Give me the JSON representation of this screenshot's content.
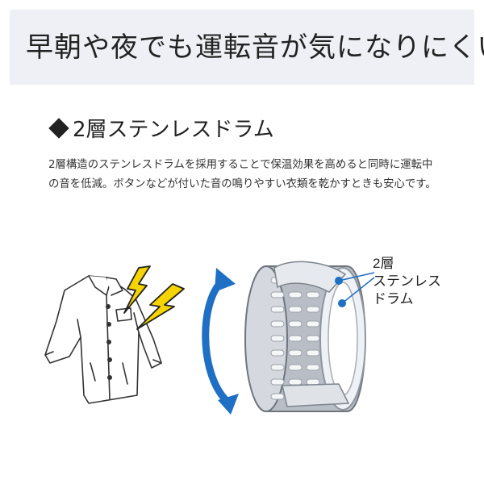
{
  "banner": {
    "title": "早朝や夜でも運転音が気になりにくい"
  },
  "section": {
    "heading": "2層ステンレスドラム",
    "description": "2層構造のステンレスドラムを採用することで保温効果を高めると同時に運転中の音を低減。ボタンなどが付いた音の鳴りやすい衣類を乾かすときも安心です。"
  },
  "illustration": {
    "label_line1": "2層",
    "label_line2": "ステンレス",
    "label_line3": "ドラム",
    "icons": [
      "shirt-icon",
      "lightning-icon",
      "rotation-arrow-icon",
      "drum-icon"
    ],
    "colors": {
      "arrow_blue": "#1f6fc4",
      "lightning_yellow": "#f5d400",
      "banner_bg": "#eef0f5"
    }
  }
}
